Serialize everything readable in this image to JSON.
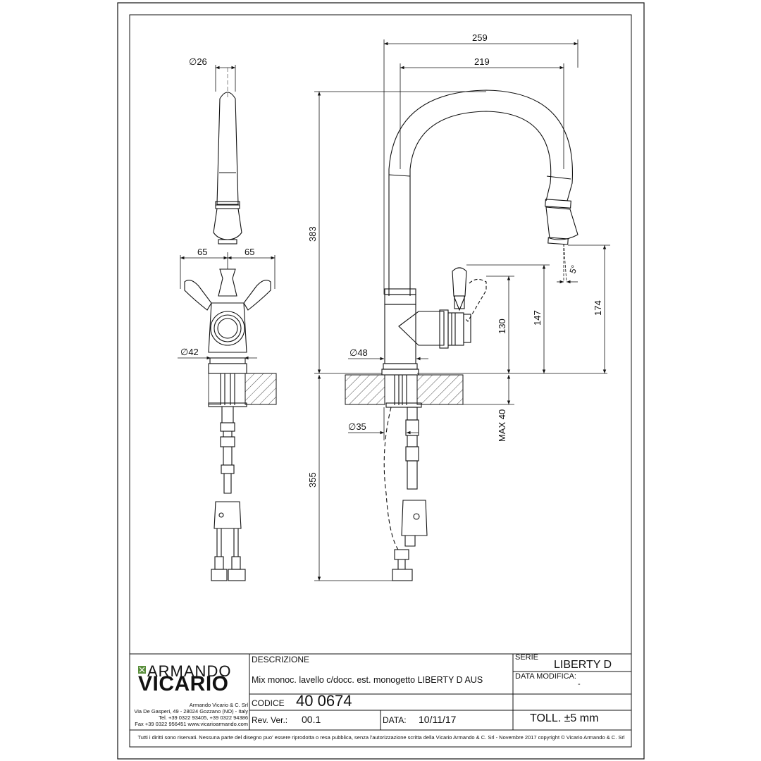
{
  "drawing": {
    "front_view": {
      "dim_spout_diameter": "∅26",
      "dim_left_handle": "65",
      "dim_right_handle": "65",
      "dim_body_diameter": "∅42"
    },
    "side_view": {
      "dim_total_reach": "259",
      "dim_spout_reach": "219",
      "dim_height": "383",
      "dim_body_diameter": "∅48",
      "dim_hose_diameter": "∅35",
      "dim_angle": "5°",
      "dim_outlet_height": "174",
      "dim_lever_height": "147",
      "dim_handle_axis": "130",
      "dim_max_deck": "MAX 40",
      "dim_below_deck": "355"
    }
  },
  "title_block": {
    "logo_top": "ARMANDO",
    "logo_bottom": "VICARIO",
    "company_name": "Armando Vicario & C. Srl",
    "company_address": "Via De Gasperi, 49 - 28024 Gozzano (NO) - Italy",
    "company_tel": "Tel. +39 0322 93405, +39 0322 94386",
    "company_fax": "Fax +39 0322 956451 www.vicarioarmando.com",
    "descrizione_label": "DESCRIZIONE",
    "descrizione_value": "Mix monoc. lavello c/docc. est. monogetto LIBERTY D AUS",
    "codice_label": "CODICE",
    "codice_value": "40 0674",
    "rev_label": "Rev. Ver.:",
    "rev_value": "00.1",
    "data_label": "DATA:",
    "data_value": "10/11/17",
    "serie_label": "SERIE",
    "serie_value": "LIBERTY D",
    "data_modifica_label": "DATA MODIFICA:",
    "data_modifica_value": "-",
    "toll_value": "TOLL. ±5 mm",
    "copyright": "Tutti i diritti sono riservati. Nessuna parte del disegno puo' essere riprodotta o resa pubblica, senza l'autorizzazione scritta della Vicario Armando & C. Srl - Novembre 2017 copyright © Vicario Armando & C. Srl"
  },
  "colors": {
    "line": "#111111",
    "logo_accent": "#5a8f3c"
  }
}
